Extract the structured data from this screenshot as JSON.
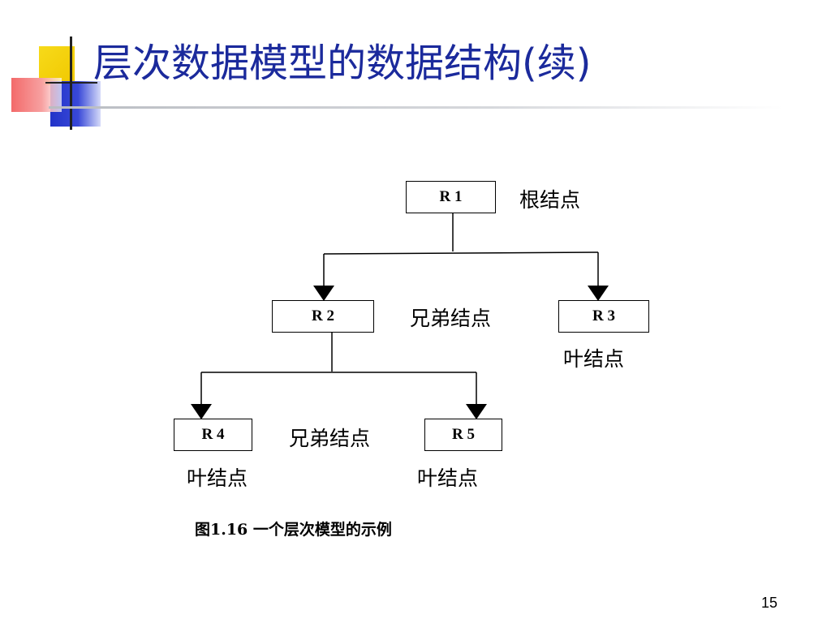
{
  "title": "层次数据模型的数据结构(续)",
  "nodes": {
    "r1": "R 1",
    "r2": "R 2",
    "r3": "R 3",
    "r4": "R 4",
    "r5": "R 5"
  },
  "labels": {
    "root": "根结点",
    "sibling_level2": "兄弟结点",
    "leaf_r3": "叶结点",
    "sibling_level3": "兄弟结点",
    "leaf_r4": "叶结点",
    "leaf_r5": "叶结点"
  },
  "caption": "图1.16  一个层次模型的示例",
  "page_number": "15",
  "colors": {
    "title": "#1b2a9c",
    "deco_yellow": "#f5d200",
    "deco_blue": "#2f3fd0",
    "deco_red": "#f04848"
  }
}
